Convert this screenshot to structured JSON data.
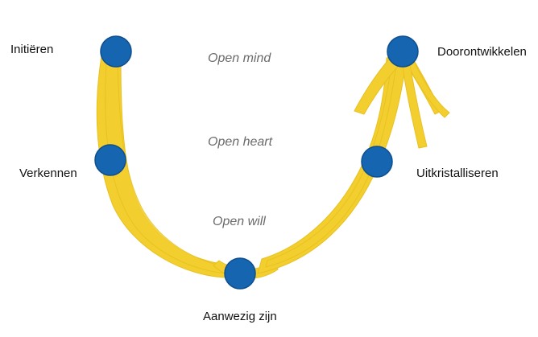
{
  "colors": {
    "stroke": "#f2cf2e",
    "stroke_dark": "#e8c020",
    "node": "#1565b0",
    "node_edge": "#0f4f8f",
    "stage_text": "#111111",
    "center_text": "#6b6b6b"
  },
  "stages": [
    {
      "id": "initieren",
      "label": "Initiëren"
    },
    {
      "id": "verkennen",
      "label": "Verkennen"
    },
    {
      "id": "aanwezig",
      "label": "Aanwezig zijn"
    },
    {
      "id": "uitkristalliseren",
      "label": "Uitkristalliseren"
    },
    {
      "id": "doorontwikkelen",
      "label": "Doorontwikkelen"
    }
  ],
  "levels": [
    {
      "label": "Open mind"
    },
    {
      "label": "Open heart"
    },
    {
      "label": "Open will"
    }
  ]
}
